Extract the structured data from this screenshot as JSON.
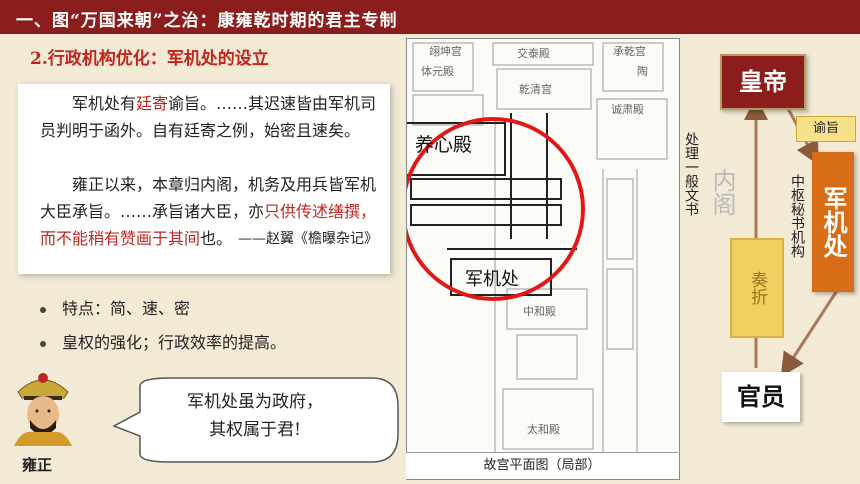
{
  "header": {
    "title": "一、图“万国来朝”之治：康雍乾时期的君主专制"
  },
  "subtitle": "2.行政机构优化：军机处的设立",
  "quote": {
    "p1_a": "　　军机处有",
    "p1_red": "廷寄",
    "p1_b": "谕旨。……其迟速皆由军机司员判明于函外。自有廷寄之例，始密且速矣。",
    "p2_a": "　　雍正以来，本章归内阁，机务及用兵皆军机大臣承旨。……承旨诸大臣，亦",
    "p2_red": "只供传述缮撰，而不能稍有赞画于其间",
    "p2_b": "也。",
    "source": "——赵翼《檐曝杂记》"
  },
  "bullets": [
    "特点：简、速、密",
    "皇权的强化；行政效率的提高。"
  ],
  "portrait_name": "雍正",
  "speech": [
    "军机处虽为政府，",
    "其权属于君!"
  ],
  "map": {
    "caption": "故宫平面图（局部）",
    "labels": [
      "翊坤宫",
      "交泰殿",
      "承乾宫",
      "体元殿",
      "乾清宫",
      "陶",
      "诚肃殿",
      "养心殿",
      "军机处",
      "中和殿",
      "太和殿"
    ]
  },
  "diagram": {
    "emperor": "皇帝",
    "edict": "谕旨",
    "junjichu": "军机处",
    "junjichu_desc": "中枢秘书机构",
    "neige": "内阁",
    "neige_desc": "处理一般文书",
    "memorial": "奏折",
    "officials": "官员"
  },
  "colors": {
    "header": "#8b1d1d",
    "accent_red": "#c0261f",
    "orange": "#e07a1c",
    "gold": "#f0d060"
  }
}
